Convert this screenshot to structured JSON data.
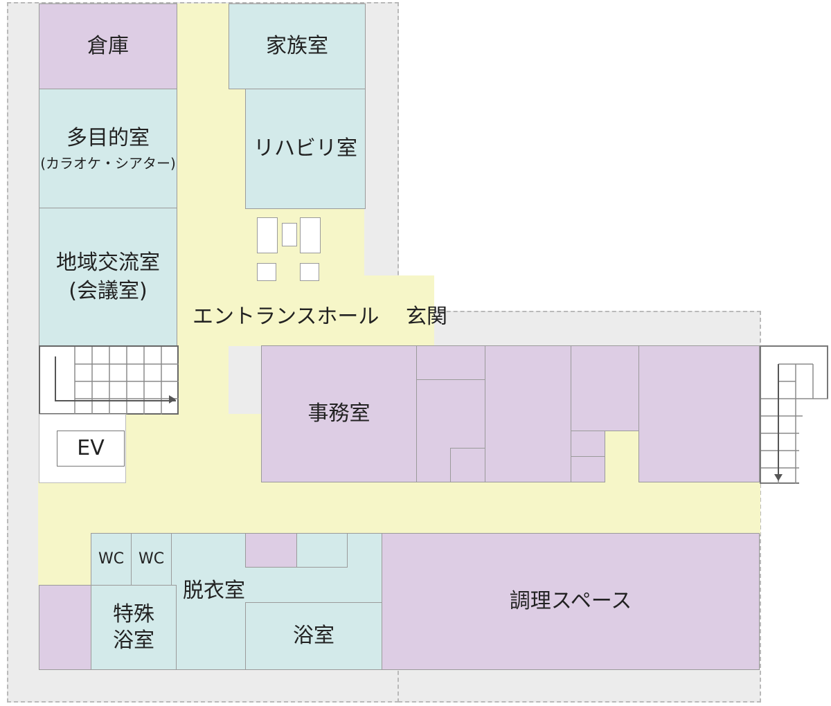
{
  "rooms": {
    "storage": "倉庫",
    "family_room": "家族室",
    "multipurpose": {
      "line1": "多目的室",
      "line2": "(カラオケ・シアター)"
    },
    "rehab": "リハビリ室",
    "community": {
      "line1": "地域交流室",
      "line2": "(会議室)"
    },
    "entrance_hall": "エントランスホール",
    "vestibule": "玄関",
    "office": "事務室",
    "ev": "EV",
    "wc1": "WC",
    "wc2": "WC",
    "changing": "脱衣室",
    "special_bath": {
      "line1": "特殊",
      "line2": "浴室"
    },
    "bath": "浴室",
    "kitchen": "調理スペース"
  },
  "colors": {
    "corridor": "#f6f6c8",
    "teal_room": "#d3eaea",
    "purple_room": "#ddcde4",
    "outer_area": "#ececec"
  }
}
